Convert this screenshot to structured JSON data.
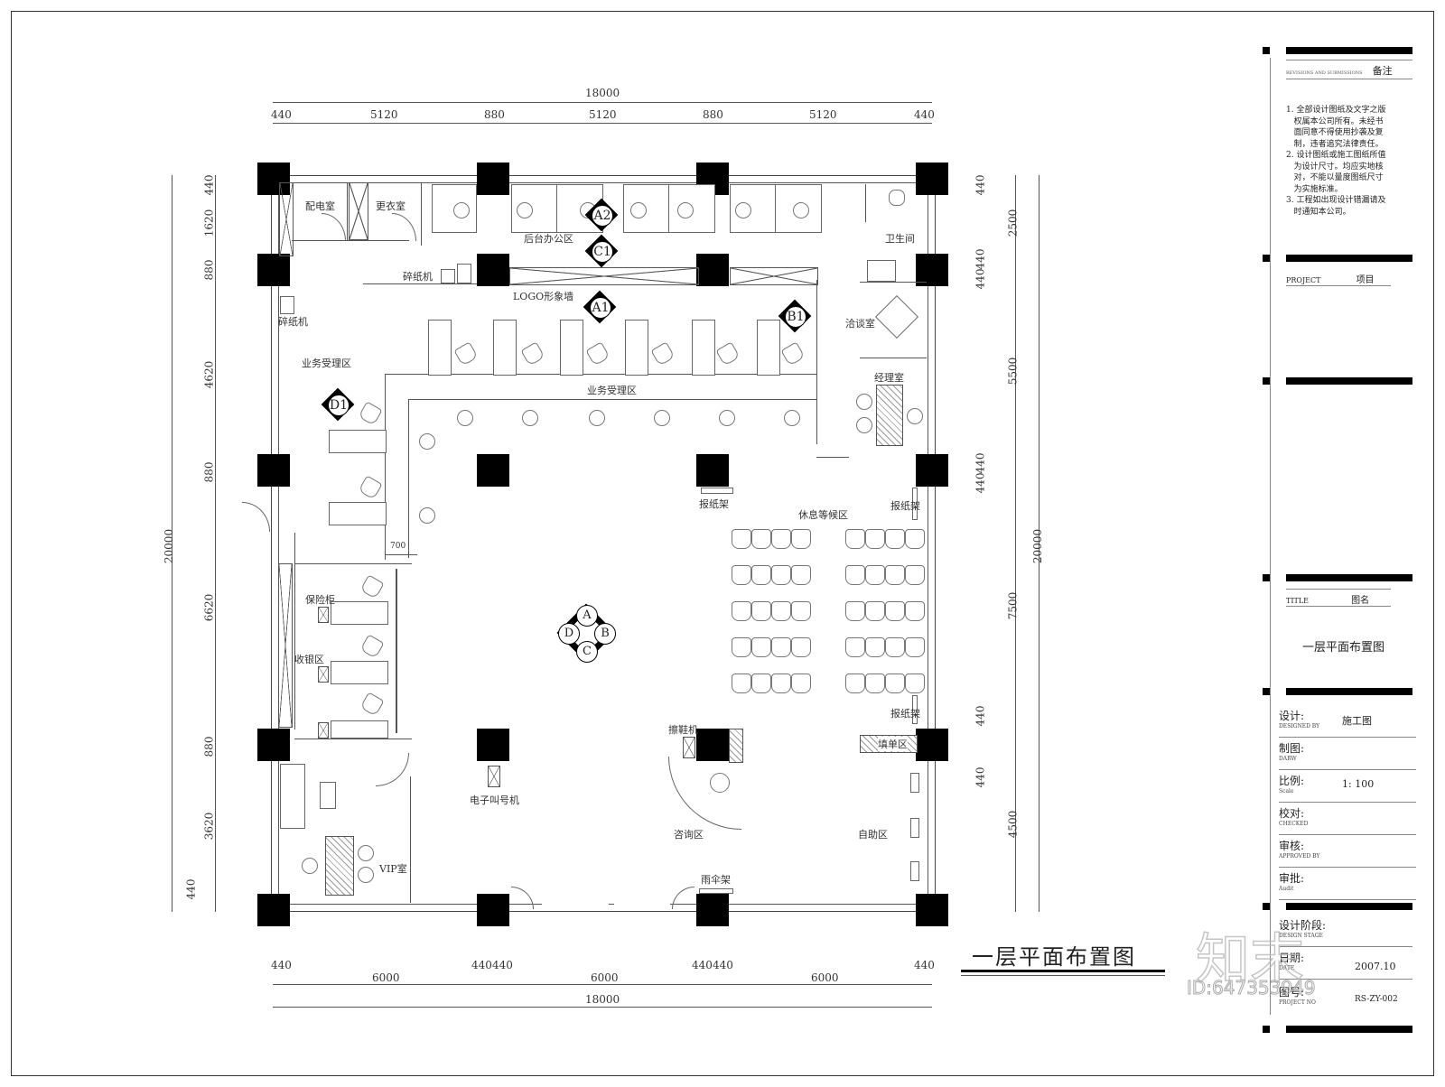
{
  "drawing": {
    "title": "一层平面布置图",
    "dims_top": {
      "total": "18000",
      "segments": [
        "440",
        "5120",
        "880",
        "5120",
        "880",
        "5120",
        "440"
      ]
    },
    "dims_bottom": {
      "total": "18000",
      "segments": [
        "440",
        "6000",
        "440",
        "440",
        "6000",
        "440",
        "440",
        "6000",
        "440"
      ]
    },
    "dims_left": {
      "total": "20000",
      "segments": [
        "440",
        "1620",
        "880",
        "4620",
        "880",
        "6620",
        "880",
        "3620",
        "440"
      ]
    },
    "dims_right": {
      "total": "20000",
      "segments": [
        "440",
        "2500",
        "440",
        "440",
        "5500",
        "440",
        "440",
        "7500",
        "440",
        "440",
        "4500"
      ]
    },
    "dim_700": "700",
    "rooms": {
      "power_room": "配电室",
      "locker_room": "更衣室",
      "back_office": "后台办公区",
      "restroom": "卫生间",
      "shredder_1": "碎纸机",
      "shredder_2": "碎纸机",
      "logo_wall": "LOGO形象墙",
      "negotiation": "洽谈室",
      "manager": "经理室",
      "business_left": "业务受理区",
      "business_center": "业务受理区",
      "newspaper_1": "报纸架",
      "newspaper_2": "报纸架",
      "newspaper_3": "报纸架",
      "waiting": "休息等候区",
      "safe": "保险柜",
      "cashier": "收银区",
      "vip": "VIP室",
      "queue_machine": "电子叫号机",
      "currency_checker": "擦鞋机",
      "consult": "咨询区",
      "umbrella": "雨伞架",
      "form_fill": "填单区",
      "self_service": "自助区"
    },
    "markers": {
      "a2": "A2",
      "c1": "C1",
      "a1": "A1",
      "b1": "B1",
      "d1": "D1",
      "center": {
        "a": "A",
        "b": "B",
        "c": "C",
        "d": "D"
      }
    },
    "watermark": {
      "logo": "知末",
      "id": "ID:647353949"
    }
  },
  "title_block": {
    "notes_header_en": "REVISIONS AND SUBMISSIONS",
    "notes_header_cn": "备注",
    "notes": [
      "1. 全部设计图纸及文字之版",
      "   权属本公司所有。未经书",
      "   面同意不得使用抄袭及复",
      "   制，违者追究法律责任。",
      "2. 设计图纸或施工图纸所值",
      "   为设计尺寸。均应实地核",
      "   对，不能以量度图纸尺寸",
      "   为实施标准。",
      "3. 工程如出现设计错漏请及",
      "   时通知本公司。"
    ],
    "project_en": "PROJECT",
    "project_cn": "项目",
    "title_en": "TITLE",
    "title_cn": "图名",
    "title_value": "一层平面布置图",
    "rows": [
      {
        "cn": "设计:",
        "en": "DESIGNED BY",
        "value": "施工图"
      },
      {
        "cn": "制图:",
        "en": "DARW",
        "value": ""
      },
      {
        "cn": "比例:",
        "en": "Scale",
        "value": "1: 100"
      },
      {
        "cn": "校对:",
        "en": "CHECKED",
        "value": ""
      },
      {
        "cn": "审核:",
        "en": "APPROVED BY",
        "value": ""
      },
      {
        "cn": "审批:",
        "en": "Audit",
        "value": ""
      }
    ],
    "stage_cn": "设计阶段:",
    "stage_en": "DESIGN STAGE",
    "date_cn": "日期:",
    "date_en": "DATE",
    "date_value": "2007.10",
    "number_cn": "图号:",
    "number_en": "PROJECT NO",
    "number_value": "RS-ZY-002"
  }
}
